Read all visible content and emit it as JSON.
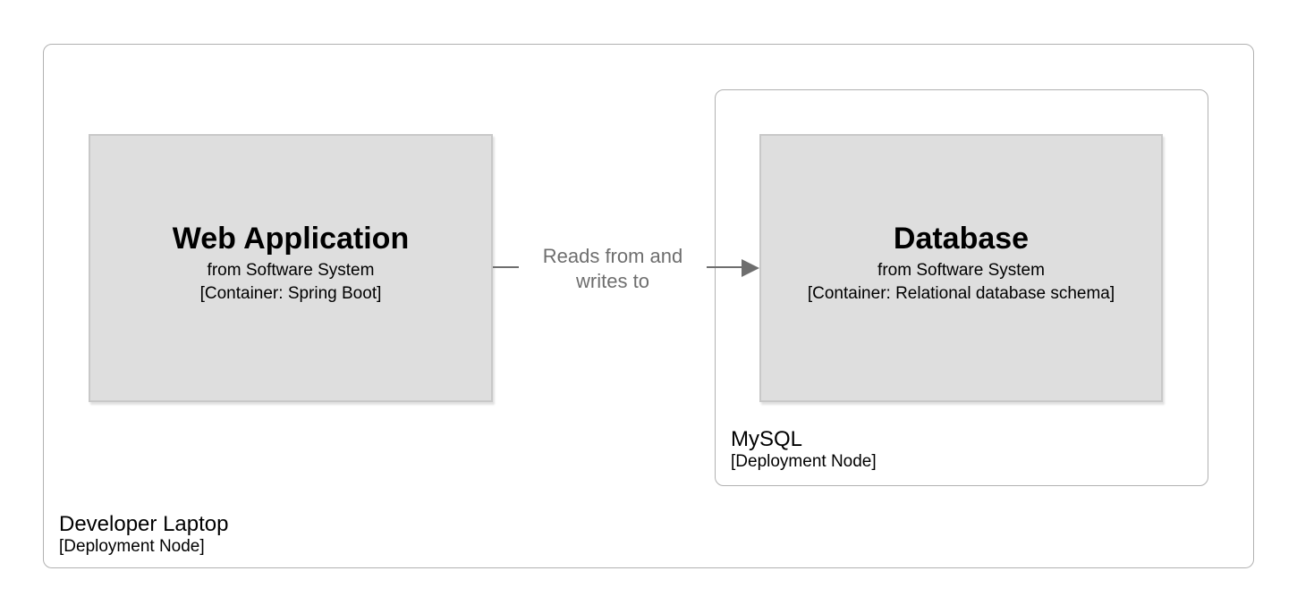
{
  "nodes": {
    "developer_laptop": {
      "name": "Developer Laptop",
      "meta": "[Deployment Node]"
    },
    "mysql": {
      "name": "MySQL",
      "meta": "[Deployment Node]"
    }
  },
  "elements": {
    "web_application": {
      "name": "Web Application",
      "origin": "from Software System",
      "meta": "[Container: Spring Boot]"
    },
    "database": {
      "name": "Database",
      "origin": "from Software System",
      "meta": "[Container: Relational database schema]"
    }
  },
  "relationship": {
    "label": "Reads from and writes to"
  },
  "colors": {
    "bg": "#ffffff",
    "element_fill": "#dedede",
    "element_border": "#c8c8c8",
    "node_border": "#b1b1b1",
    "relationship": "#6e6e6e",
    "text": "#000000"
  }
}
